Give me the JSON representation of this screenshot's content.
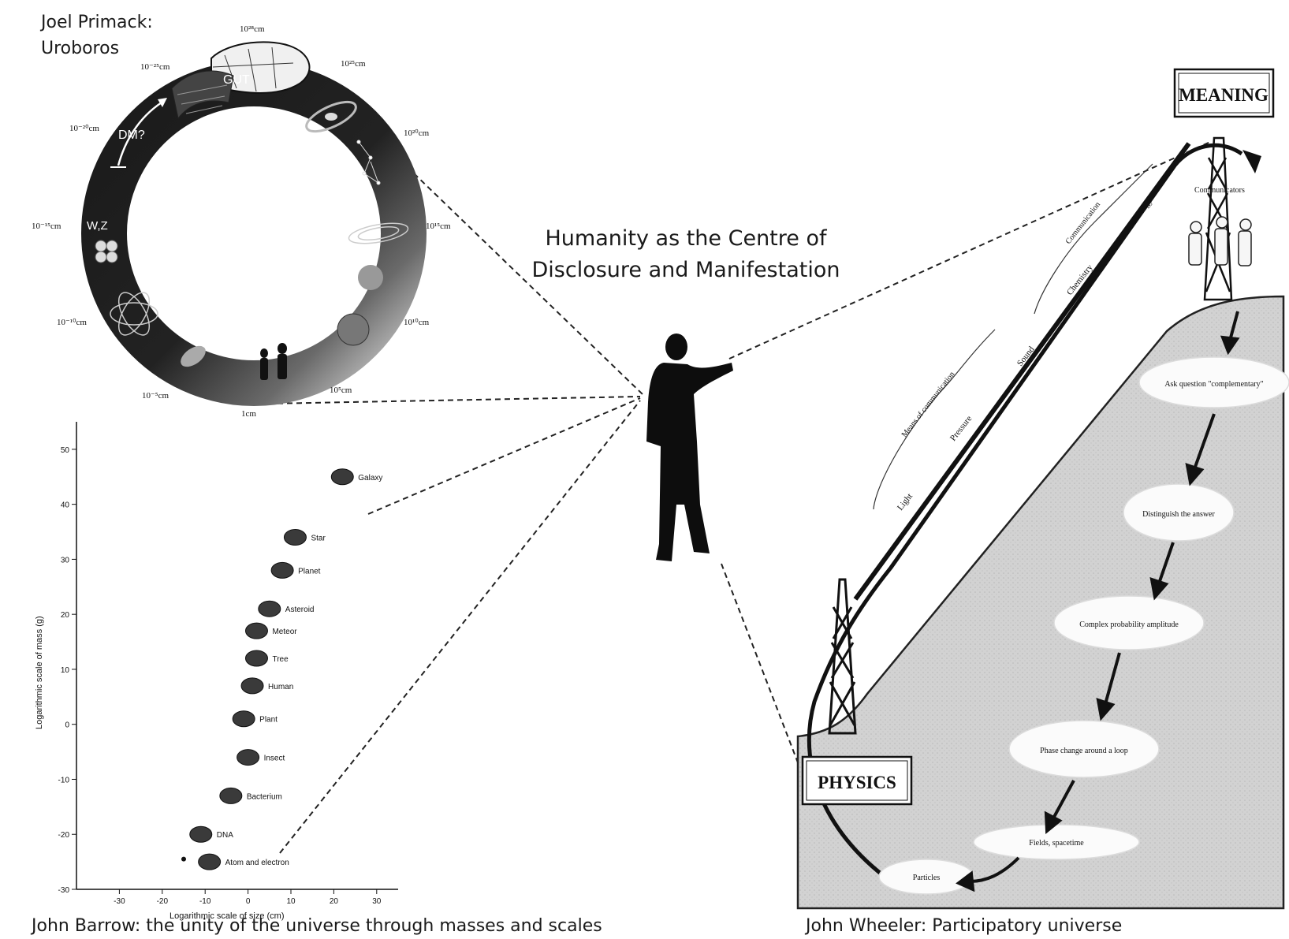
{
  "main": {
    "title_line1": "Humanity as the Centre of",
    "title_line2": "Disclosure and Manifestation"
  },
  "primack": {
    "caption_line1": "Joel Primack:",
    "caption_line2": "Uroboros",
    "labels": {
      "gut": "GUT",
      "dm": "DM?",
      "wz": "W,Z",
      "one_cm": "1cm",
      "s_top": "10²⁸cm",
      "s_p25": "10²⁵cm",
      "s_p20": "10²⁰cm",
      "s_p15": "10¹⁵cm",
      "s_p10": "10¹⁰cm",
      "s_p5": "10⁵cm",
      "s_m5": "10⁻⁵cm",
      "s_m10": "10⁻¹⁰cm",
      "s_m15": "10⁻¹⁵cm",
      "s_m20": "10⁻²⁰cm",
      "s_m25": "10⁻²⁵cm"
    }
  },
  "barrow": {
    "caption": "John Barrow: the unity of the universe through masses and scales",
    "chart_data": {
      "type": "scatter",
      "xlabel": "Logarithmic scale of size (cm)",
      "ylabel": "Logarithmic scale of mass (g)",
      "xlim": [
        -40,
        35
      ],
      "ylim": [
        -30,
        55
      ],
      "xticks": [
        -30,
        -20,
        -10,
        0,
        10,
        20,
        30
      ],
      "yticks": [
        -30,
        -20,
        -10,
        0,
        10,
        20,
        30,
        40,
        50
      ],
      "points": [
        {
          "label": "Galaxy",
          "x": 22,
          "y": 45
        },
        {
          "label": "Star",
          "x": 11,
          "y": 34
        },
        {
          "label": "Planet",
          "x": 8,
          "y": 28
        },
        {
          "label": "Asteroid",
          "x": 5,
          "y": 21
        },
        {
          "label": "Meteor",
          "x": 2,
          "y": 17
        },
        {
          "label": "Tree",
          "x": 2,
          "y": 12
        },
        {
          "label": "Human",
          "x": 1,
          "y": 7
        },
        {
          "label": "Plant",
          "x": -1,
          "y": 1
        },
        {
          "label": "Insect",
          "x": 0,
          "y": -6
        },
        {
          "label": "Bacterium",
          "x": -4,
          "y": -13
        },
        {
          "label": "DNA",
          "x": -11,
          "y": -20
        },
        {
          "label": "Atom and electron",
          "x": -9,
          "y": -25
        }
      ]
    }
  },
  "wheeler": {
    "caption": "John Wheeler: Participatory universe",
    "meaning": "MEANING",
    "physics": "PHYSICS",
    "line_labels": [
      "Light",
      "Pressure",
      "Sound",
      "Chemistry",
      "Biology"
    ],
    "brace_labels": [
      "Means of communication",
      "Communication"
    ],
    "tower_label": "Communicators",
    "clouds": [
      "Ask question \"complementary\"",
      "Distinguish the answer",
      "Complex probability amplitude",
      "Phase change around a loop",
      "Fields, spacetime",
      "Particles"
    ]
  }
}
